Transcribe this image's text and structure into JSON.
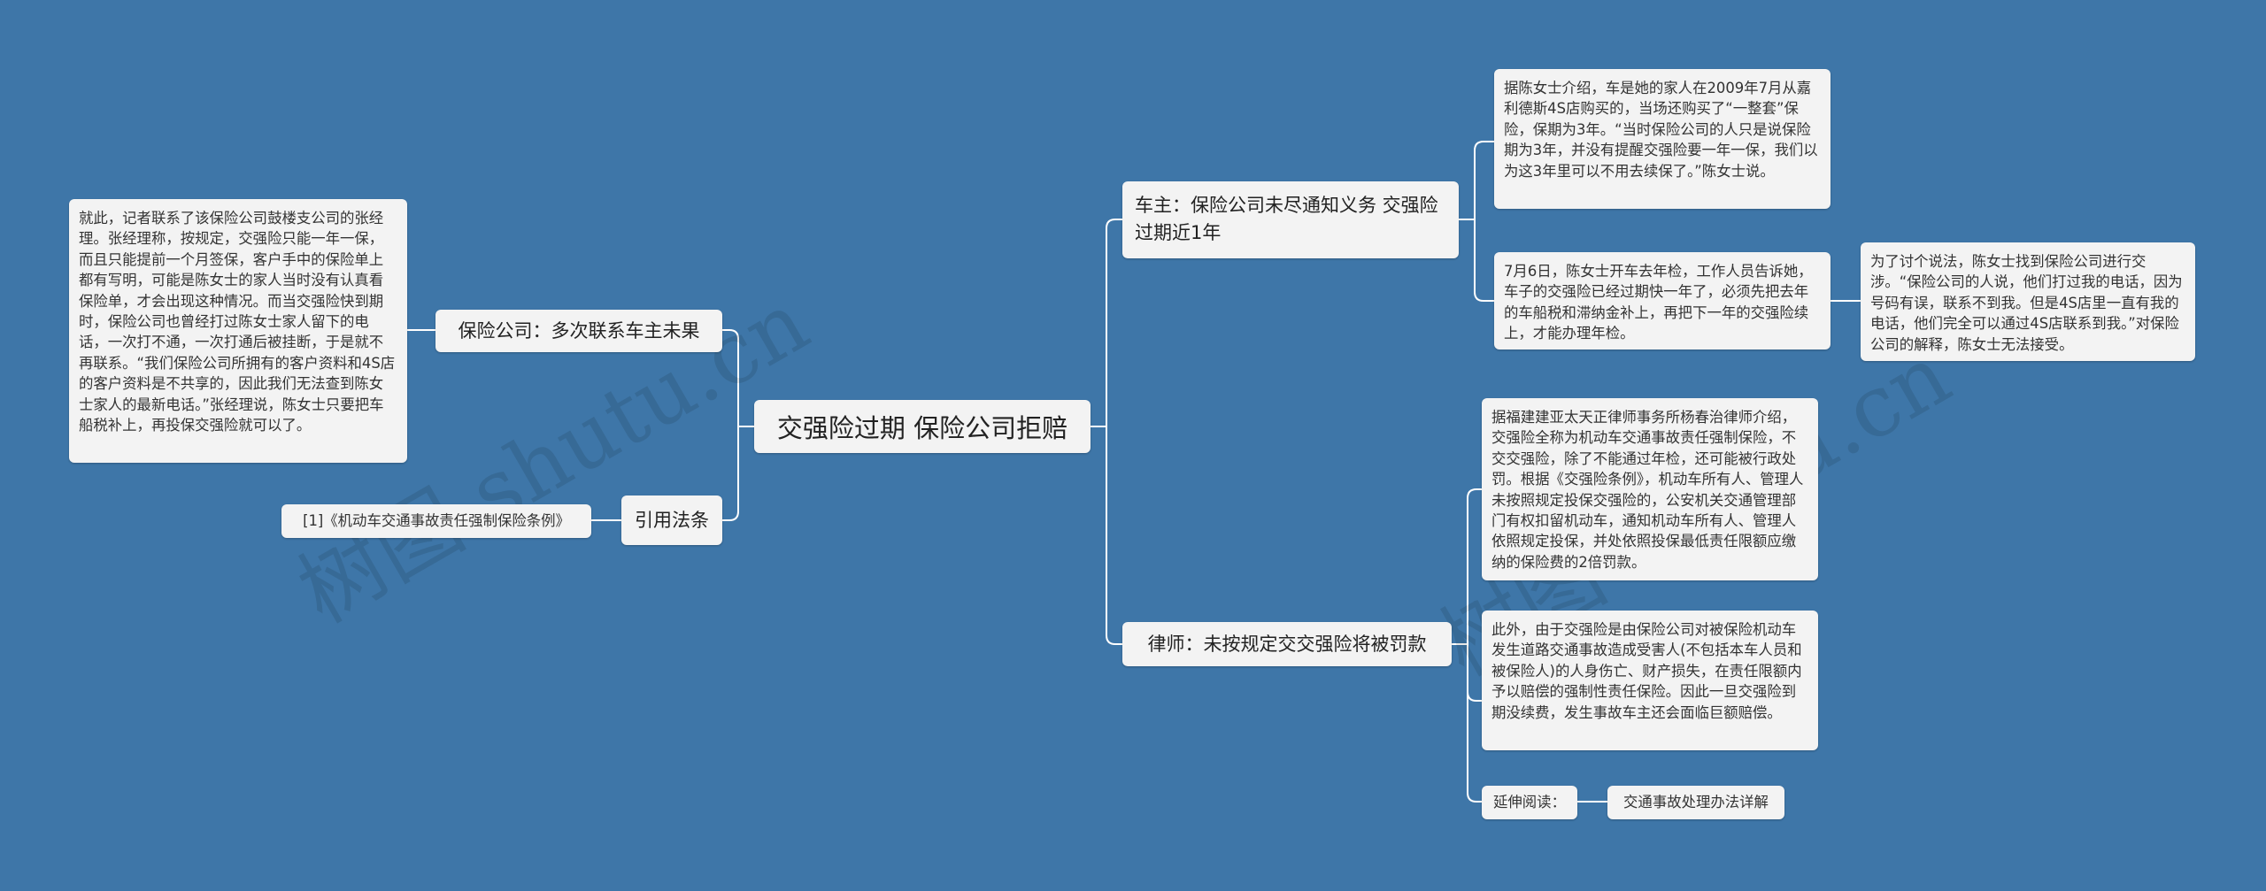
{
  "root": {
    "label": "交强险过期 保险公司拒赔"
  },
  "branches": {
    "owner": {
      "label": "车主：保险公司未尽通知义务 交强险过期近1年",
      "leaf1": "据陈女士介绍，车是她的家人在2009年7月从嘉利德斯4S店购买的，当场还购买了“一整套”保险，保期为3年。“当时保险公司的人只是说保险期为3年，并没有提醒交强险要一年一保，我们以为这3年里可以不用去续保了。”陈女士说。",
      "leaf2": "7月6日，陈女士开车去年检，工作人员告诉她，车子的交强险已经过期快一年了，必须先把去年的车船税和滞纳金补上，再把下一年的交强险续上，才能办理年检。",
      "leaf3": "为了讨个说法，陈女士找到保险公司进行交涉。“保险公司的人说，他们打过我的电话，因为号码有误，联系不到我。但是4S店里一直有我的电话，他们完全可以通过4S店联系到我。”对保险公司的解释，陈女士无法接受。"
    },
    "lawyer": {
      "label": "律师：未按规定交交强险将被罚款",
      "leaf1": "据福建建亚太天正律师事务所杨春治律师介绍，交强险全称为机动车交通事故责任强制保险，不交交强险，除了不能通过年检，还可能被行政处罚。根据《交强险条例》，机动车所有人、管理人未按照规定投保交强险的，公安机关交通管理部门有权扣留机动车，通知机动车所有人、管理人依照规定投保，并处依照投保最低责任限额应缴纳的保险费的2倍罚款。",
      "leaf2": "此外，由于交强险是由保险公司对被保险机动车发生道路交通事故造成受害人(不包括本车人员和被保险人)的人身伤亡、财产损失，在责任限额内予以赔偿的强制性责任保险。因此一旦交强险到期没续费，发生事故车主还会面临巨额赔偿。",
      "extend_label": "延伸阅读：",
      "extend_link": "交通事故处理办法详解"
    },
    "insurer": {
      "label": "保险公司：多次联系车主未果",
      "leaf1": "就此，记者联系了该保险公司鼓楼支公司的张经理。张经理称，按规定，交强险只能一年一保，而且只能提前一个月签保，客户手中的保险单上都有写明，可能是陈女士的家人当时没有认真看保险单，才会出现这种情况。而当交强险快到期时，保险公司也曾经打过陈女士家人留下的电话，一次打不通，一次打通后被挂断，于是就不再联系。“我们保险公司所拥有的客户资料和4S店的客户资料是不共享的，因此我们无法查到陈女士家人的最新电话。”张经理说，陈女士只要把车船税补上，再投保交强险就可以了。"
    },
    "law": {
      "label": "引用法条",
      "leaf1": "[1]《机动车交通事故责任强制保险条例》"
    }
  },
  "watermarks": [
    "树图 shutu.cn",
    "树图 shutu.cn"
  ],
  "colors": {
    "background": "#3e76a8",
    "node": "#f3f3f3",
    "line": "#ffffff"
  }
}
